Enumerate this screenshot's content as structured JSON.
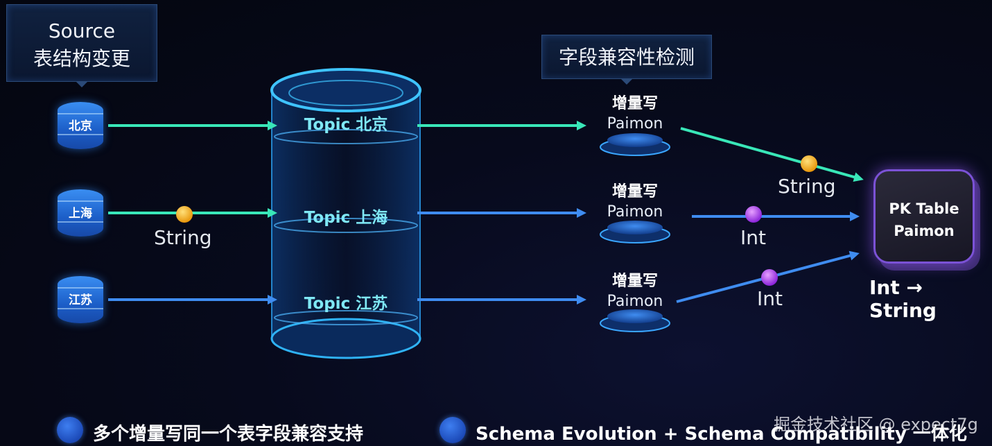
{
  "source_box": {
    "line1": "Source",
    "line2": "表结构变更"
  },
  "compat_box": {
    "label": "字段兼容性检测"
  },
  "sources": [
    "北京",
    "上海",
    "江苏"
  ],
  "topics": [
    "Topic 北京",
    "Topic 上海",
    "Topic 江苏"
  ],
  "writers": [
    {
      "top": "增量写",
      "bottom": "Paimon"
    },
    {
      "top": "增量写",
      "bottom": "Paimon"
    },
    {
      "top": "增量写",
      "bottom": "Paimon"
    }
  ],
  "type_labels": {
    "source_shanghai": "String",
    "writer_beijing": "String",
    "writer_shanghai": "Int",
    "writer_jiangsu": "Int"
  },
  "pk_table": {
    "line1": "PK Table",
    "line2": "Paimon",
    "conversion": "Int → String"
  },
  "footer": {
    "left_text": "多个增量写同一个表字段兼容支持",
    "right_text": "Schema Evolution + Schema Compatibility 一体化"
  },
  "watermark": "掘金技术社区 @ expect7g",
  "colors": {
    "teal_arrow": "#39e7b8",
    "blue_arrow": "#3f8cf0",
    "string_dot": "#f5b21a",
    "int_dot": "#b64cf0",
    "accent_purple": "#7b52d6"
  }
}
